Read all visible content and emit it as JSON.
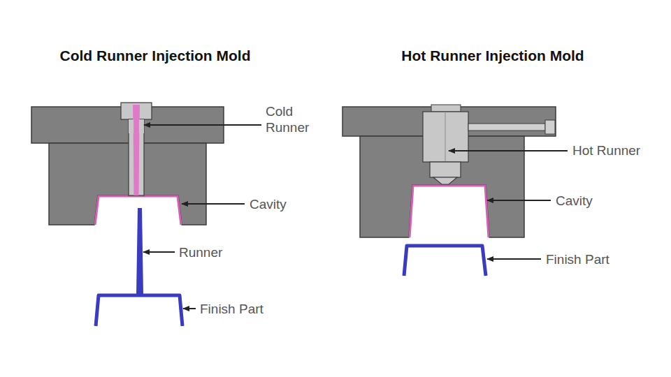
{
  "diagram": {
    "labels": [
      "Cold Runner Injection Mold",
      "Cold Runner",
      "Cavity",
      "Runner",
      "Finish Part",
      "Hot Runner Injection Mold",
      "Hot Runner",
      "Cavity",
      "Finish Part"
    ]
  }
}
